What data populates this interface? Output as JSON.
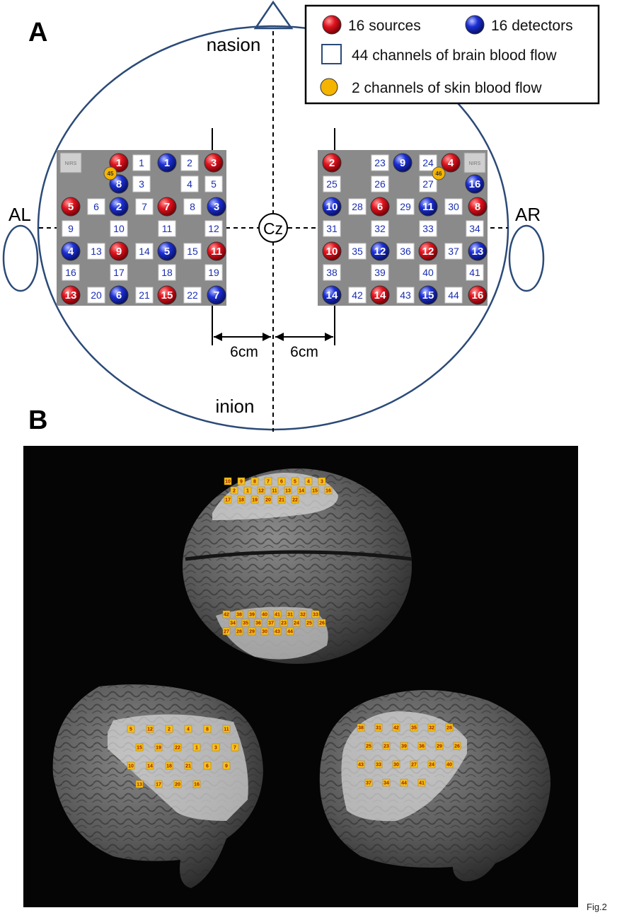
{
  "panel_a": {
    "letter": "A",
    "labels": {
      "nasion": "nasion",
      "inion": "inion",
      "al": "AL",
      "ar": "AR",
      "cz": "Cz",
      "dist_left": "6cm",
      "dist_right": "6cm",
      "nirs_tag": "NIRS"
    },
    "legend": {
      "sources": "16 sources",
      "detectors": "16 detectors",
      "brain_channels": "44 channels of brain blood flow",
      "skin_channels": "2 channels of skin blood flow"
    },
    "colors": {
      "source": "#e0141e",
      "detector": "#1c2fd6",
      "skin": "#f5b400",
      "channel_text": "#1a2fb0",
      "probe_bg": "#8a8a8a",
      "head_outline": "#2b4a78"
    },
    "left_probe": {
      "rows": [
        [
          "N",
          "S1",
          "1",
          "D1",
          "2",
          "S3"
        ],
        [
          "",
          "D8",
          "3",
          "",
          "4",
          "5"
        ],
        [
          "S5",
          "6",
          "D2",
          "7",
          "S7",
          "8",
          "D3"
        ],
        [
          "9",
          "10",
          "11",
          "12"
        ],
        [
          "D4",
          "13",
          "S9",
          "14",
          "D5",
          "15",
          "S11"
        ],
        [
          "16",
          "17",
          "18",
          "19"
        ],
        [
          "S13",
          "20",
          "D6",
          "21",
          "S15",
          "22",
          "D7"
        ]
      ],
      "skin": "45"
    },
    "right_probe": {
      "rows": [
        [
          "S2",
          "23",
          "D9",
          "24",
          "S4",
          "N"
        ],
        [
          "25",
          "26",
          "27",
          "D16"
        ],
        [
          "D10",
          "28",
          "S6",
          "29",
          "D11",
          "30",
          "S8"
        ],
        [
          "31",
          "32",
          "33",
          "34"
        ],
        [
          "S10",
          "35",
          "D12",
          "36",
          "S12",
          "37",
          "D13"
        ],
        [
          "38",
          "39",
          "40",
          "41"
        ],
        [
          "D14",
          "42",
          "S14",
          "43",
          "D15",
          "44",
          "S16"
        ]
      ],
      "skin": "46"
    }
  },
  "panel_b": {
    "letter": "B",
    "top_view_frontal": [
      "10",
      "9",
      "8",
      "7",
      "6",
      "5",
      "4",
      "3",
      "2",
      "1",
      "12",
      "11",
      "13",
      "14",
      "15",
      "16",
      "17",
      "18",
      "19",
      "20",
      "21",
      "22"
    ],
    "top_view_occipital": [
      "42",
      "38",
      "39",
      "40",
      "41",
      "31",
      "32",
      "33",
      "34",
      "35",
      "36",
      "37",
      "23",
      "24",
      "25",
      "26",
      "27",
      "28",
      "29",
      "30",
      "43",
      "44"
    ],
    "left_view": [
      "5",
      "12",
      "2",
      "4",
      "8",
      "11",
      "15",
      "19",
      "22",
      "1",
      "3",
      "7",
      "10",
      "14",
      "18",
      "21",
      "6",
      "9",
      "13",
      "17",
      "20",
      "16"
    ],
    "right_view": [
      "38",
      "31",
      "42",
      "35",
      "32",
      "28",
      "25",
      "23",
      "39",
      "36",
      "29",
      "26",
      "43",
      "33",
      "30",
      "27",
      "24",
      "40",
      "37",
      "34",
      "44",
      "41"
    ]
  },
  "figure_tag": "Fig.2"
}
